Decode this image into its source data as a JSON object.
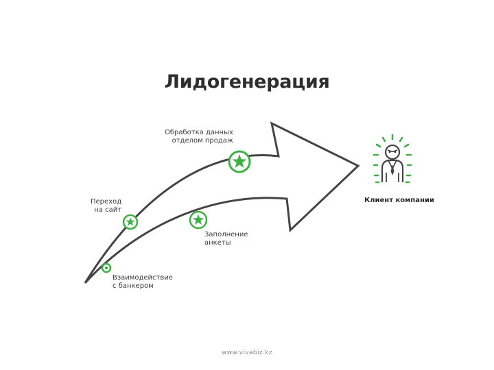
{
  "title": "Лидогенерация",
  "stages": {
    "processing": [
      "Обработка данных",
      "отделом продаж"
    ],
    "site": [
      "Переход",
      "на сайт"
    ],
    "form": [
      "Заполнение",
      "анкеты"
    ],
    "banker": [
      "Взаимодействие",
      "с банкером"
    ]
  },
  "client_label": "Клиент компании",
  "footer": "www.vivabiz.kz",
  "colors": {
    "accent": "#3cb043",
    "line": "#444444"
  },
  "icons": [
    "star-icon",
    "dot-icon",
    "businessman-icon"
  ]
}
